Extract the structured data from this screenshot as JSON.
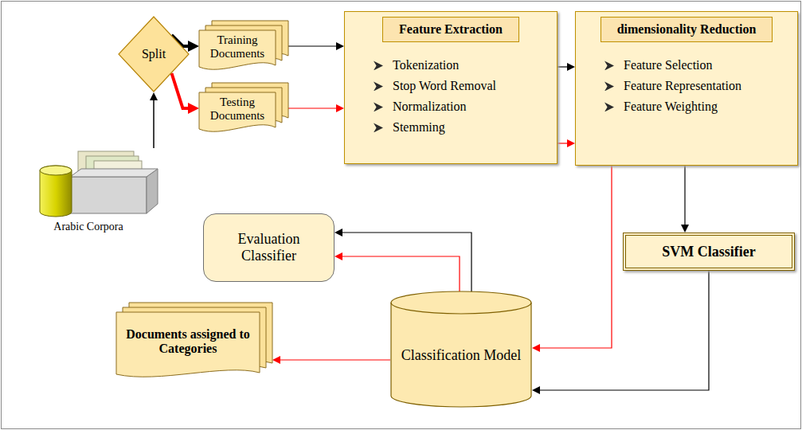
{
  "diagram": {
    "nodes": [
      {
        "text": [
          "Split"
        ]
      },
      {
        "text": [
          "Training Documents"
        ]
      },
      {
        "text": [
          "Testing Documents"
        ]
      },
      {
        "text": [
          "Feature Extraction",
          "Tokenization",
          "Stop Word Removal",
          "Normalization",
          "Stemming"
        ]
      },
      {
        "text": [
          "dimensionality Reduction",
          "Feature Selection",
          "Feature Representation",
          "Feature Weighting"
        ]
      },
      {
        "text": [
          "Arabic Corpora"
        ]
      },
      {
        "text": [
          "Evaluation Classifier"
        ]
      },
      {
        "text": [
          "SVM Classifier"
        ]
      },
      {
        "text": [
          "Classification Model"
        ]
      },
      {
        "text": [
          "Documents assigned to Categories"
        ]
      }
    ],
    "edges": [
      {
        "from": 0,
        "to": 1,
        "arrow": "to"
      },
      {
        "from": 0,
        "to": 2,
        "arrow": "to"
      },
      {
        "from": 5,
        "to": 0,
        "arrow": "to"
      },
      {
        "from": 1,
        "to": 3,
        "arrow": "to"
      },
      {
        "from": 2,
        "to": 3,
        "arrow": "to"
      },
      {
        "from": 3,
        "to": 4,
        "arrow": "to"
      },
      {
        "from": 3,
        "to": 4,
        "arrow": "to"
      },
      {
        "from": 4,
        "to": 7,
        "arrow": "to"
      },
      {
        "from": 4,
        "to": 8,
        "arrow": "to"
      },
      {
        "from": 7,
        "to": 8,
        "arrow": "to"
      },
      {
        "from": 8,
        "to": 6,
        "arrow": "to"
      },
      {
        "from": 8,
        "to": 6,
        "arrow": "to"
      },
      {
        "from": 8,
        "to": 9,
        "arrow": "to"
      }
    ]
  }
}
